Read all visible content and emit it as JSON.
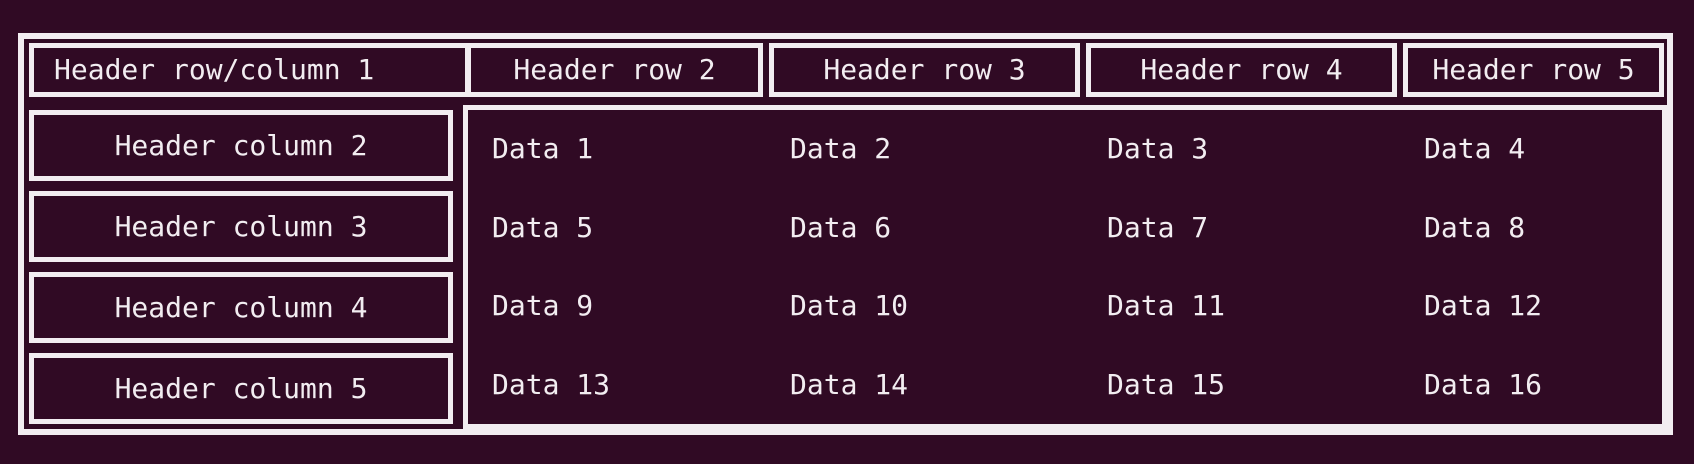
{
  "colors": {
    "background": "#300a24",
    "border": "#f2edf1",
    "text": "#f2edf1"
  },
  "chart_data": {
    "type": "table",
    "corner_header": "Header row/column 1",
    "column_headers": [
      "Header row 2",
      "Header row 3",
      "Header row 4",
      "Header row 5"
    ],
    "row_headers": [
      "Header column 2",
      "Header column 3",
      "Header column 4",
      "Header column 5"
    ],
    "rows": [
      [
        "Data 1",
        "Data 2",
        "Data 3",
        "Data 4"
      ],
      [
        "Data 5",
        "Data 6",
        "Data 7",
        "Data 8"
      ],
      [
        "Data 9",
        "Data 10",
        "Data 11",
        "Data 12"
      ],
      [
        "Data 13",
        "Data 14",
        "Data 15",
        "Data 16"
      ]
    ]
  }
}
